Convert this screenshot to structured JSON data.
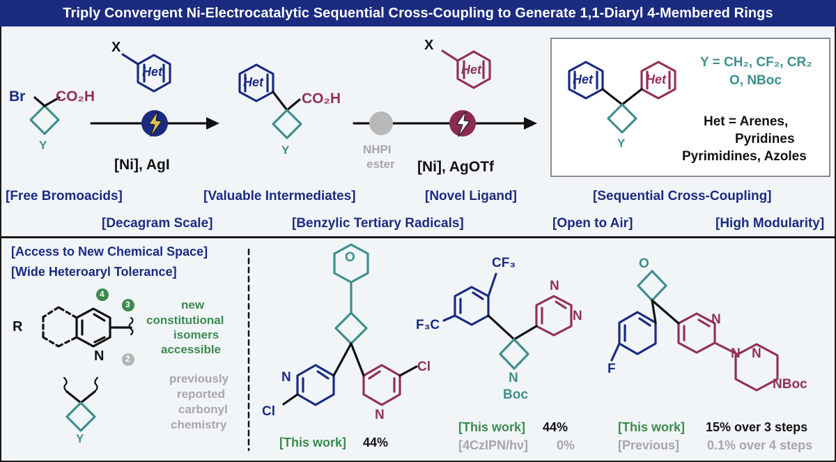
{
  "banner": {
    "title": "Triply Convergent Ni-Electrocatalytic Sequential Cross-Coupling to Generate 1,1-Diaryl 4-Membered Rings"
  },
  "scheme": {
    "sm_br": "Br",
    "sm_acid": "CO₂H",
    "ring_y": "Y",
    "x_label": "X",
    "het": "Het",
    "step1_reagents": "[Ni], AgI",
    "nhpi": "NHPI",
    "ester": "ester",
    "step2_reagents": "[Ni], AgOTf",
    "y_def_line1": "Y = CH₂, CF₂, CR₂",
    "y_def_line2": "O, NBoc",
    "het_def_line1": "Het = Arenes,",
    "het_def_line2": "Pyridines",
    "het_def_line3": "Pyrimidines, Azoles"
  },
  "features": {
    "free_bromoacids": "[Free Bromoacids]",
    "valuable_intermediates": "[Valuable Intermediates]",
    "novel_ligand": "[Novel Ligand]",
    "sequential": "[Sequential Cross-Coupling]",
    "decagram": "[Decagram Scale]",
    "benzylic": "[Benzylic Tertiary Radicals]",
    "open_air": "[Open to Air]",
    "modularity": "[High Modularity]"
  },
  "left_panel": {
    "chemical_space": "[Access to New Chemical Space]",
    "heteroaryl": "[Wide Heteroaryl Tolerance]",
    "r": "R",
    "n": "N",
    "pos4": "4",
    "pos3": "3",
    "pos2": "2",
    "new_line1": "new",
    "new_line2": "constitutional",
    "new_line3": "isomers",
    "new_line4": "accessible",
    "prev_line1": "previously",
    "prev_line2": "reported",
    "prev_line3": "carbonyl",
    "prev_line4": "chemistry",
    "y": "Y"
  },
  "examples": [
    {
      "this_work": "[This work]",
      "yield": "44%",
      "o": "O",
      "n1": "N",
      "cl1": "Cl",
      "n2": "N",
      "cl2": "Cl"
    },
    {
      "this_work": "[This work]",
      "yield": "44%",
      "cmp_label": "[4CzIPN/hν]",
      "cmp_yield": "0%",
      "cf3_top": "CF₃",
      "cf3_left": "F₃C",
      "n_top": "N",
      "n_right": "N",
      "n_boc": "N",
      "boc": "Boc"
    },
    {
      "this_work": "[This work]",
      "yield": "15% over 3 steps",
      "prev_label": "[Previous]",
      "prev_yield": "0.1% over 4 steps",
      "o": "O",
      "f": "F",
      "n1": "N",
      "n2": "N",
      "n3": "N",
      "nboc": "NBoc"
    }
  ],
  "colors": {
    "navy": "#1b2b80",
    "maroon": "#93305a",
    "teal": "#3f8f8d",
    "green": "#3c8a4e",
    "grey": "#a7a7a7",
    "electrode_blue": "#1b2b80",
    "electrode_maroon": "#8b2a55",
    "bolt": "#d8c257"
  }
}
